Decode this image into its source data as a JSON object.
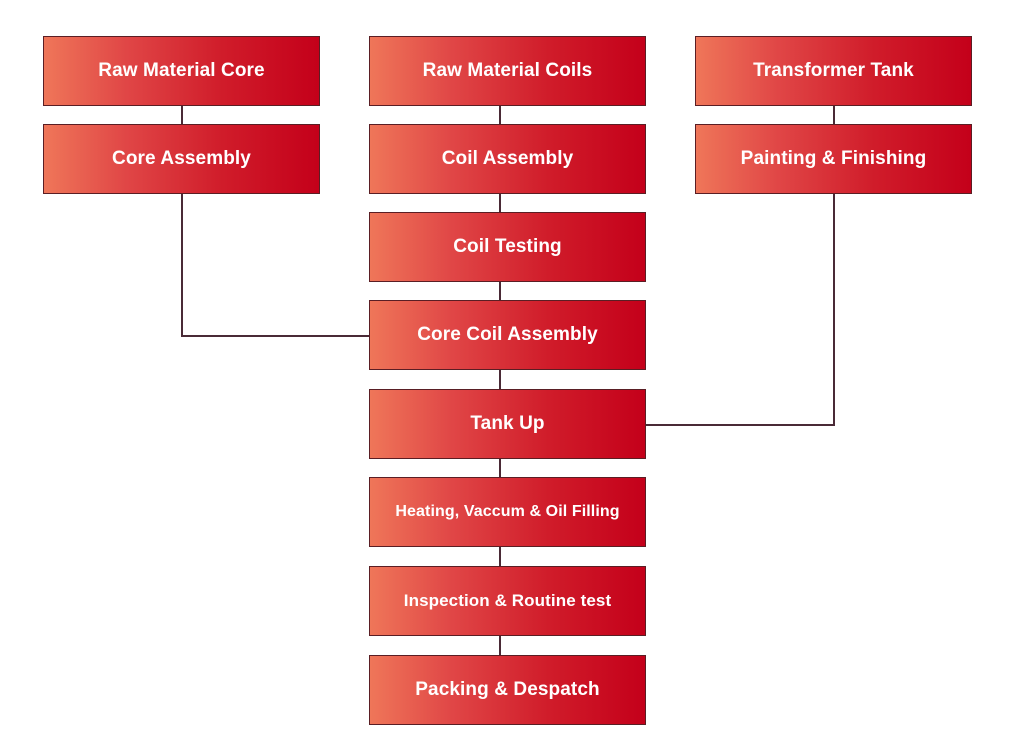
{
  "flowchart": {
    "boxes": {
      "raw_material_core": "Raw Material Core",
      "raw_material_coils": "Raw Material Coils",
      "transformer_tank": "Transformer Tank",
      "core_assembly": "Core Assembly",
      "coil_assembly": "Coil Assembly",
      "painting_finishing": "Painting & Finishing",
      "coil_testing": "Coil Testing",
      "core_coil_assembly": "Core Coil Assembly",
      "tank_up": "Tank Up",
      "heating_vacuum_oil": "Heating, Vaccum & Oil Filling",
      "inspection_routine": "Inspection & Routine test",
      "packing_despatch": "Packing & Despatch"
    },
    "connections": [
      [
        "raw_material_core",
        "core_assembly"
      ],
      [
        "raw_material_coils",
        "coil_assembly"
      ],
      [
        "transformer_tank",
        "painting_finishing"
      ],
      [
        "coil_assembly",
        "coil_testing"
      ],
      [
        "coil_testing",
        "core_coil_assembly"
      ],
      [
        "core_assembly",
        "core_coil_assembly"
      ],
      [
        "core_coil_assembly",
        "tank_up"
      ],
      [
        "painting_finishing",
        "tank_up"
      ],
      [
        "tank_up",
        "heating_vacuum_oil"
      ],
      [
        "heating_vacuum_oil",
        "inspection_routine"
      ],
      [
        "inspection_routine",
        "packing_despatch"
      ]
    ],
    "colors": {
      "box_gradient_start": "#ef7659",
      "box_gradient_end": "#c4001a",
      "connector": "#4a2a36",
      "text": "#ffffff"
    }
  }
}
